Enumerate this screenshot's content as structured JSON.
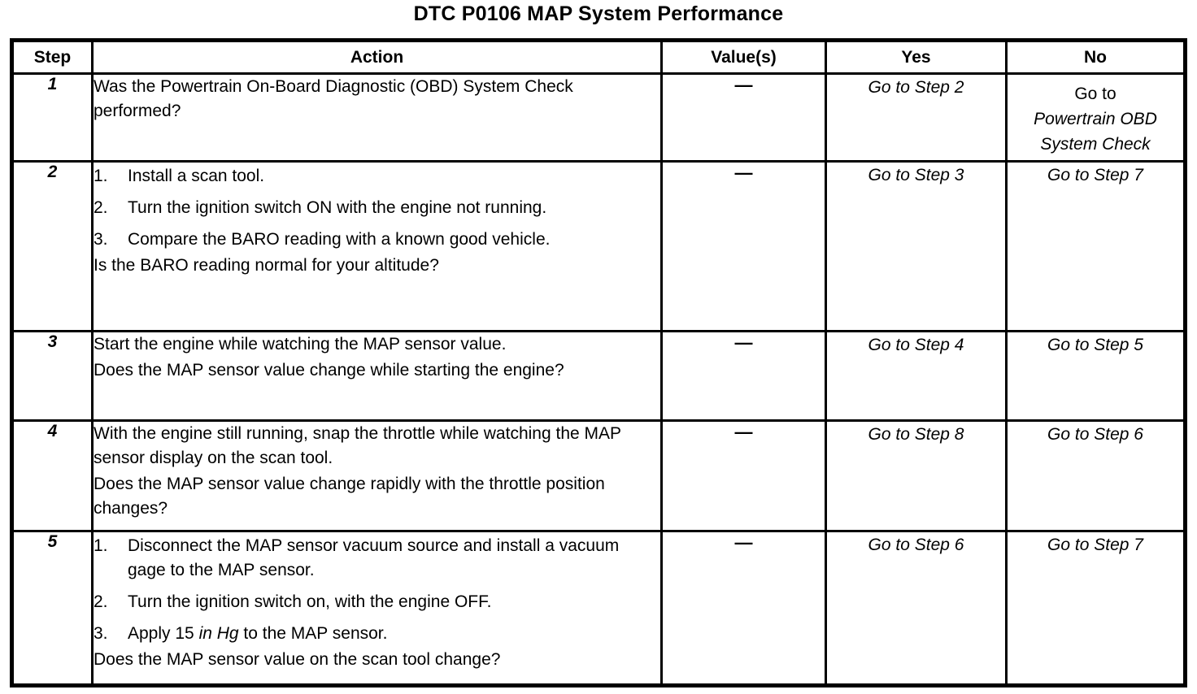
{
  "document": {
    "title": "DTC P0106 MAP System Performance"
  },
  "table": {
    "headers": {
      "step": "Step",
      "action": "Action",
      "value": "Value(s)",
      "yes": "Yes",
      "no": "No"
    },
    "rows": [
      {
        "step": "1",
        "action": {
          "lines": [
            "Was the Powertrain On-Board Diagnostic (OBD) System Check performed?"
          ],
          "list": []
        },
        "value": "—",
        "yes": {
          "lines": [
            "Go to Step 2"
          ],
          "align": "bottom"
        },
        "no": {
          "lines": [
            "Go to",
            "Powertrain OBD",
            "System Check"
          ],
          "align": "top",
          "plain_first": true
        }
      },
      {
        "step": "2",
        "action": {
          "list": [
            {
              "num": "1.",
              "text": "Install a scan tool."
            },
            {
              "num": "2.",
              "text": "Turn the ignition switch ON with the engine not running."
            },
            {
              "num": "3.",
              "text": "Compare the BARO reading with a known good vehicle."
            }
          ],
          "question": "Is the BARO reading normal for your altitude?"
        },
        "value": "—",
        "yes": {
          "lines": [
            "Go to Step 3"
          ],
          "align": "bottom"
        },
        "no": {
          "lines": [
            "Go to Step 7"
          ],
          "align": "bottom"
        }
      },
      {
        "step": "3",
        "action": {
          "lines": [
            "Start the engine while watching the MAP sensor value."
          ],
          "question": "Does the MAP sensor value change while starting the engine?",
          "list": []
        },
        "value": "—",
        "yes": {
          "lines": [
            "Go to Step 4"
          ],
          "align": "bottom"
        },
        "no": {
          "lines": [
            "Go to Step 5"
          ],
          "align": "bottom"
        }
      },
      {
        "step": "4",
        "action": {
          "lines": [
            "With the engine still running, snap the throttle while watching the MAP sensor display on the scan tool."
          ],
          "question": "Does the MAP sensor value change rapidly with the throttle position changes?",
          "list": []
        },
        "value": "—",
        "yes": {
          "lines": [
            "Go to Step 8"
          ],
          "align": "bottom"
        },
        "no": {
          "lines": [
            "Go to Step 6"
          ],
          "align": "bottom"
        }
      },
      {
        "step": "5",
        "action": {
          "list": [
            {
              "num": "1.",
              "text": "Disconnect the MAP sensor vacuum source and install a vacuum gage to the MAP sensor."
            },
            {
              "num": "2.",
              "text": "Turn the ignition switch on, with the engine OFF."
            },
            {
              "num": "3.",
              "text": "Apply 15 in Hg to the MAP sensor.",
              "italic_part": "in Hg"
            }
          ],
          "question": "Does the MAP sensor value on the scan tool change?"
        },
        "value": "—",
        "yes": {
          "lines": [
            "Go to Step 6"
          ],
          "align": "bottom"
        },
        "no": {
          "lines": [
            "Go to Step 7"
          ],
          "align": "bottom"
        }
      }
    ]
  }
}
